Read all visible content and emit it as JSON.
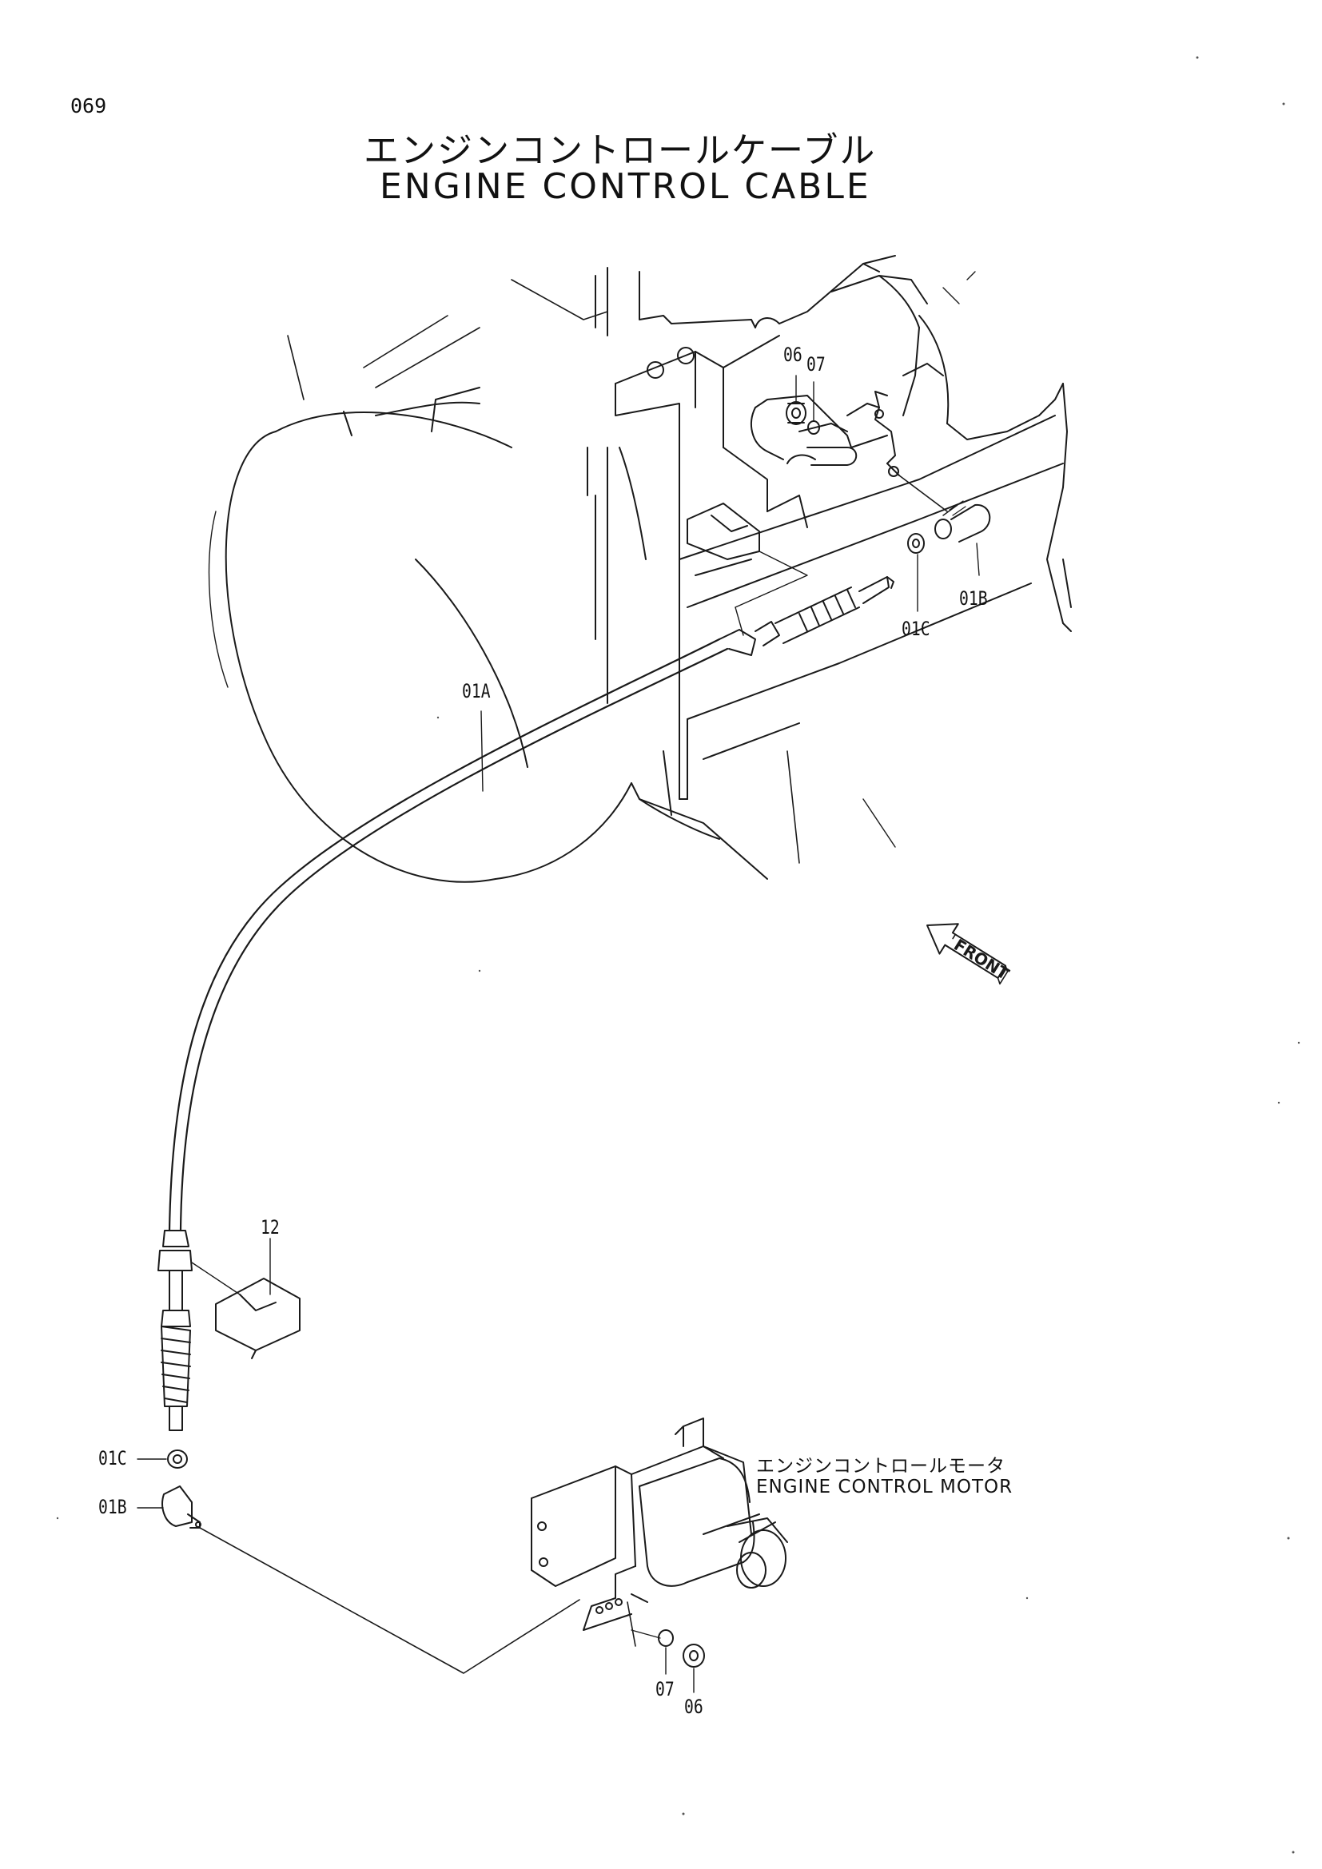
{
  "page": {
    "number": "069"
  },
  "title": {
    "japanese": "エンジンコントロールケーブル",
    "english": "ENGINE CONTROL CABLE"
  },
  "callouts": [
    {
      "id": "06-top",
      "text": "06"
    },
    {
      "id": "07-top",
      "text": "07"
    },
    {
      "id": "01b-top",
      "text": "01B"
    },
    {
      "id": "01c-top",
      "text": "01C"
    },
    {
      "id": "01a",
      "text": "01A"
    },
    {
      "id": "12",
      "text": "12"
    },
    {
      "id": "01c-left",
      "text": "01C"
    },
    {
      "id": "01b-left",
      "text": "01B"
    },
    {
      "id": "07-bottom",
      "text": "07"
    },
    {
      "id": "06-bottom",
      "text": "06"
    }
  ],
  "motor_label": {
    "japanese": "エンジンコントロールモータ",
    "english": "ENGINE CONTROL MOTOR"
  },
  "direction_arrow": {
    "label": "FRONT",
    "icon": "front-arrow-icon"
  }
}
